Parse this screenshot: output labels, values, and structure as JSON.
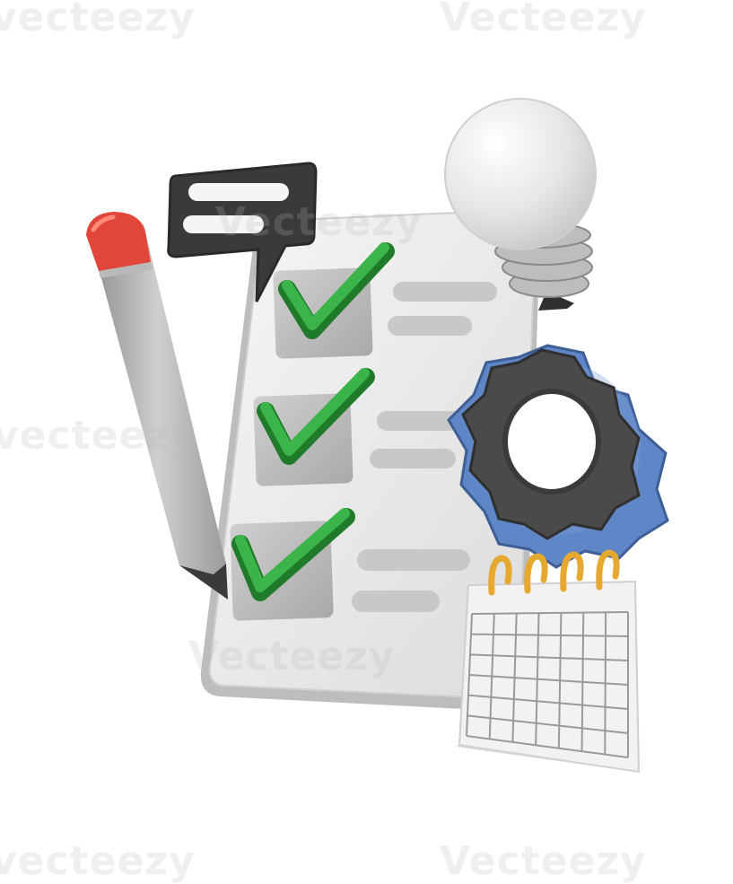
{
  "illustration": {
    "subject": "checklist clipboard with pencil, speech bubble, light bulb, gear and calendar",
    "checklist": {
      "items": 3,
      "checked": 3
    },
    "calendar": {
      "rows": 6,
      "cols": 7
    }
  },
  "colors": {
    "check": "#2f9e3a",
    "pencil_tip": "#e0473a",
    "gear_outer": "#5f86c6",
    "gear_inner": "#4a4a4a",
    "calendar_ring": "#e5a830",
    "bubble": "#3a3a3a"
  },
  "watermark": {
    "text": "Vecteezy",
    "text_lower": "vecteezy"
  }
}
